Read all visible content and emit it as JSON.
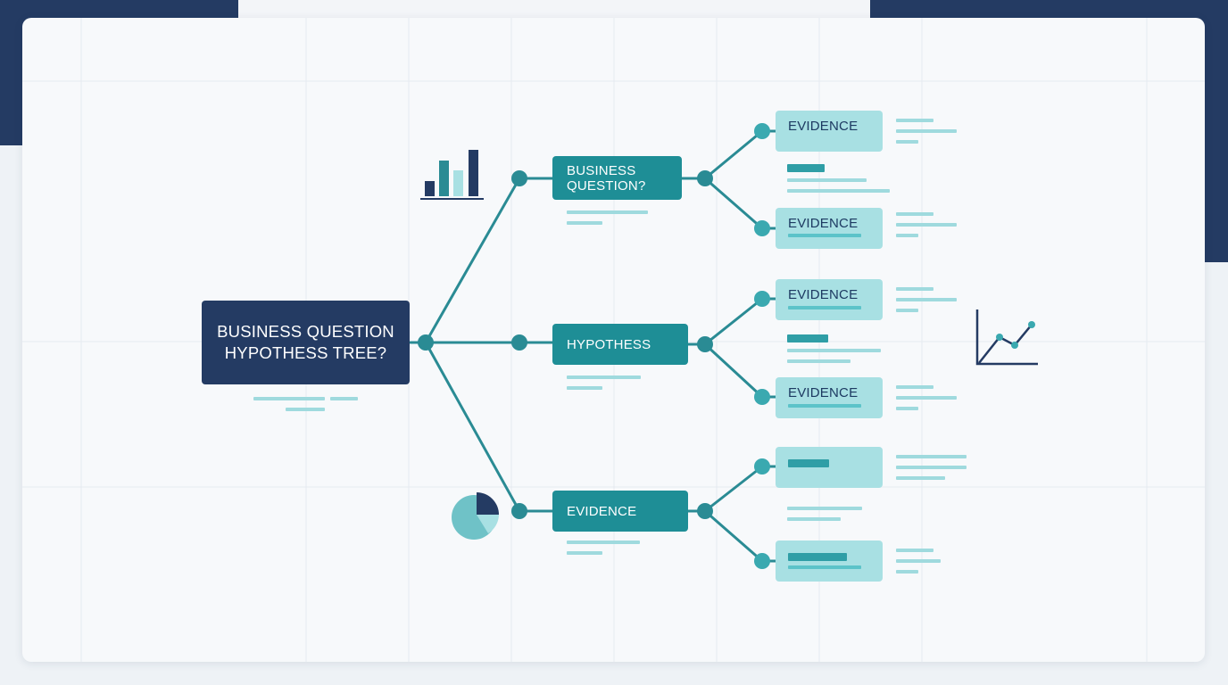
{
  "colors": {
    "navy": "#243b63",
    "teal": "#1e8e96",
    "light_teal": "#a8e0e3",
    "accent_teal": "#5cc3c9",
    "card_bg": "#f7f9fb"
  },
  "icons": [
    "bar-chart-icon",
    "pie-chart-icon",
    "line-chart-icon"
  ],
  "tree": {
    "root": {
      "label_line1": "BUSINESS QUESTION",
      "label_line2": "HYPOTHESS TREE?"
    },
    "branches": [
      {
        "label_line1": "BUSINESS",
        "label_line2": "QUESTION?",
        "leaves": [
          {
            "label": "EVIDENCE"
          },
          {
            "label": "EVIDENCE"
          }
        ]
      },
      {
        "label": "HYPOTHESS",
        "leaves": [
          {
            "label": "EVIDENCE"
          },
          {
            "label": "EVIDENCE"
          }
        ]
      },
      {
        "label": "EVIDENCE",
        "leaves": [
          {
            "label": ""
          },
          {
            "label": ""
          }
        ]
      }
    ]
  }
}
